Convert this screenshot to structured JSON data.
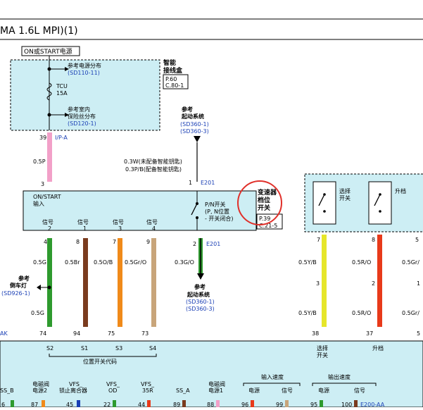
{
  "header": {
    "title": "MA 1.6L MPI)(1)"
  },
  "colors": {
    "box_fill": "#cdeef4",
    "blue_text": "#1a3fb5",
    "pink": "#f2a0c8",
    "green": "#2e9a2e",
    "brown": "#7a3b1e",
    "orange": "#f08a1a",
    "tan": "#c8a57a",
    "yellow": "#e6e62a",
    "red_orange": "#e83a1a",
    "annot_red": "#e0302a"
  },
  "power": {
    "label": "ON或START电源",
    "ref1_text": "参考电源分布",
    "ref1_code": "(SD110-11)",
    "fuse_name": "TCU",
    "fuse_rating": "15A",
    "ref2_text_1": "参考室内",
    "ref2_text_2": "保险丝分布",
    "ref2_code": "(SD120-1)",
    "junction_1": "智能",
    "junction_2": "接线盒",
    "junction_page_1": "P.60",
    "junction_page_2": "C.80-1"
  },
  "start_ref": {
    "t1": "参考",
    "t2": "起动系统",
    "c1": "(SD360-1)",
    "c2": "(SD360-3)"
  },
  "wires": {
    "pin39": "39",
    "conn_ipa": "I/P-A",
    "w_05p": "0.5P",
    "pin3": "3",
    "note_1": "0.3W(未配备智能钥匙)",
    "note_2": "0.3P/B(配备智能钥匙)",
    "pin1": "1",
    "conn_e201": "E201",
    "pin2": "2",
    "conn_e201_b": "E201",
    "w_03go": "0.3G/O"
  },
  "switch_block": {
    "title_1": "ON/START",
    "title_2": "输入",
    "sig_label": "信号",
    "sig_nums": [
      "2",
      "1",
      "3",
      "4"
    ],
    "pn_1": "P/N开关",
    "pn_2": "(P, N位置",
    "pn_3": "- 开关闭合)",
    "trans_1": "变速器",
    "trans_2": "档位",
    "trans_3": "开关",
    "trans_page_1": "P.39",
    "trans_page_2": "C.21-5"
  },
  "lower_wires": {
    "pins_top": [
      "4",
      "8",
      "7",
      "9"
    ],
    "gauges": [
      "0.5G",
      "0.5Br",
      "0.5O/B",
      "0.5Gr/O"
    ],
    "gauge_g2": "0.5G",
    "pins_bottom": [
      "74",
      "94",
      "75",
      "73"
    ],
    "ak": "AK",
    "backup_1": "参考",
    "backup_2": "倒车灯",
    "backup_3": "(SD926-1)"
  },
  "right_block": {
    "select_1": "选择",
    "select_2": "开关",
    "up": "升档",
    "pins_top": [
      "7",
      "8",
      "5"
    ],
    "mid_pins": [
      "3",
      "2",
      "1"
    ],
    "gauges_1": [
      "0.5Y/B",
      "0.5R/O",
      "0.5Gr/"
    ],
    "gauges_2": [
      "0.5Y/B",
      "0.5R/O",
      "0.5Gr/"
    ],
    "pins_bottom": [
      "38",
      "37",
      "5"
    ],
    "bottom_1": "选择",
    "bottom_2": "开关",
    "bottom_up": "升档"
  },
  "ecu": {
    "s_labels": [
      "S2",
      "S1",
      "S3",
      "S4"
    ],
    "pos_code": "位置开关代码",
    "bottom_labels": {
      "ss_b": "SS_B",
      "sol2_1": "电磁阀",
      "sol2_2": "电源2",
      "vfs_lock_1": "VFS_",
      "vfs_lock_2": "锁止离合器",
      "vfs_od_1": "VFS_",
      "vfs_od_2": "OD",
      "vfs_35r_1": "VFS_",
      "vfs_35r_2": "35R",
      "ss_a": "SS_A",
      "sol1_1": "电磁阀",
      "sol1_2": "电源1",
      "in_speed": "输入速度",
      "out_speed": "输出速度",
      "power": "电源",
      "signal": "信号",
      "power_b": "电源",
      "signal_b": "信号"
    },
    "bottom_pins": [
      "6",
      "87",
      "45",
      "22",
      "44",
      "89",
      "88",
      "96",
      "99",
      "95",
      "100"
    ],
    "conn_e200": "E200-AA"
  }
}
